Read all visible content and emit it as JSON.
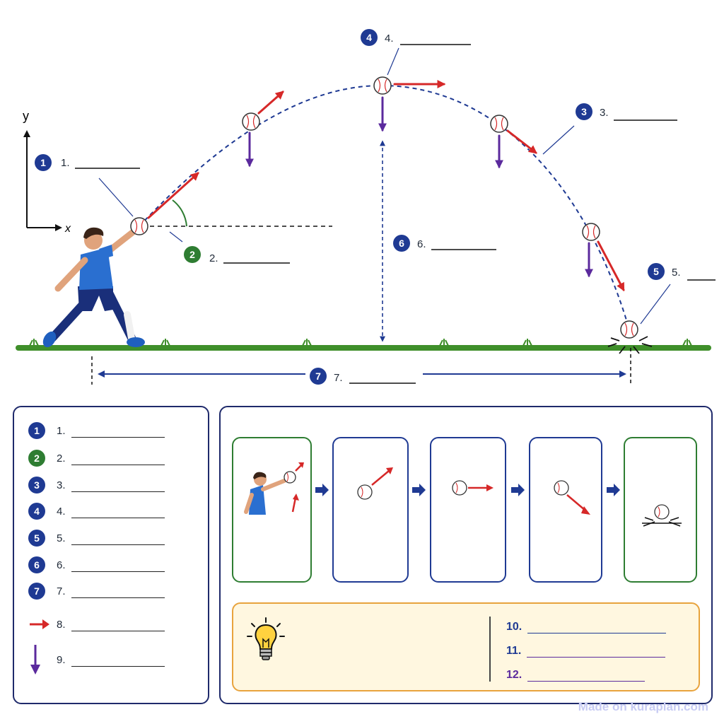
{
  "diagram": {
    "axis_x": "x",
    "axis_y": "y",
    "labels": [
      {
        "num": "1",
        "text": "1."
      },
      {
        "num": "2",
        "text": "2."
      },
      {
        "num": "3",
        "text": "3."
      },
      {
        "num": "4",
        "text": "4."
      },
      {
        "num": "5",
        "text": "5."
      },
      {
        "num": "6",
        "text": "6."
      },
      {
        "num": "7",
        "text": "7."
      }
    ]
  },
  "legend": {
    "items": [
      {
        "num": "1",
        "text": "1."
      },
      {
        "num": "2",
        "text": "2."
      },
      {
        "num": "3",
        "text": "3."
      },
      {
        "num": "4",
        "text": "4."
      },
      {
        "num": "5",
        "text": "5."
      },
      {
        "num": "6",
        "text": "6."
      },
      {
        "num": "7",
        "text": "7."
      },
      {
        "num": "8",
        "text": "8."
      },
      {
        "num": "9",
        "text": "9."
      }
    ]
  },
  "tips": {
    "items": [
      {
        "text": "10."
      },
      {
        "text": "11."
      },
      {
        "text": "12."
      }
    ]
  },
  "watermark": "Made on kuraplan.com",
  "colors": {
    "navy": "#1f3a93",
    "green": "#2e7d32",
    "red": "#d62828",
    "purple": "#5b2a9d",
    "grass": "#3f8f2a",
    "orange": "#e8a33d"
  }
}
